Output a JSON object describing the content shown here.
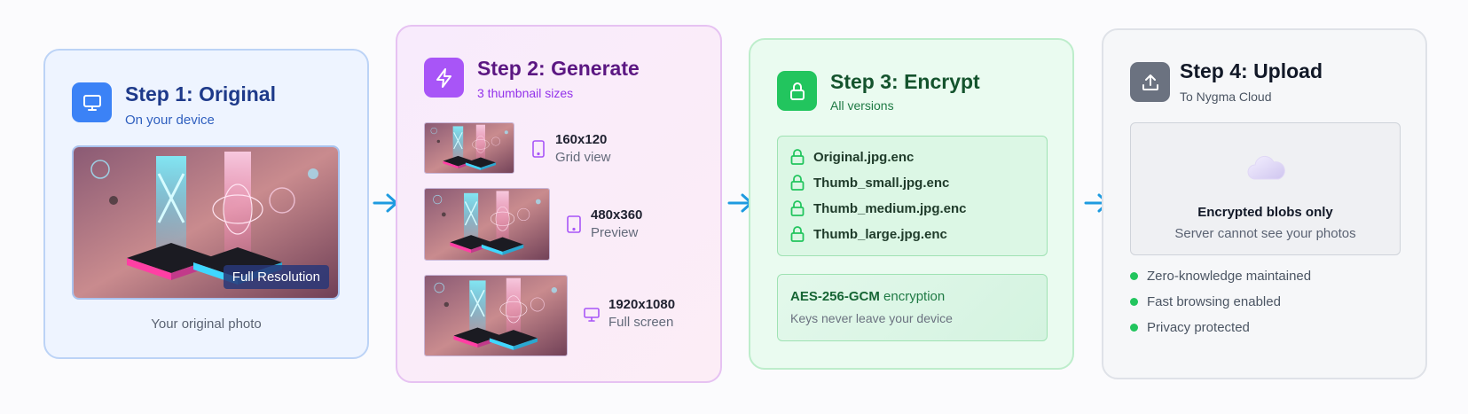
{
  "colors": {
    "step1_accent": "#3b82f6",
    "step2_accent": "#a855f7",
    "step3_accent": "#22c55e",
    "step4_accent": "#6b7280",
    "arrow": "#1e9be0"
  },
  "steps": [
    {
      "title": "Step 1: Original",
      "subtitle": "On your device",
      "icon": "monitor-icon",
      "badge": "Full Resolution",
      "caption": "Your original photo"
    },
    {
      "title": "Step 2: Generate",
      "subtitle": "3 thumbnail sizes",
      "icon": "lightning-icon",
      "thumbnails": [
        {
          "size": "160x120",
          "label": "Grid view",
          "icon": "phone-icon"
        },
        {
          "size": "480x360",
          "label": "Preview",
          "icon": "tablet-icon"
        },
        {
          "size": "1920x1080",
          "label": "Full screen",
          "icon": "monitor-icon"
        }
      ]
    },
    {
      "title": "Step 3: Encrypt",
      "subtitle": "All versions",
      "icon": "lock-icon",
      "files": [
        "Original.jpg.enc",
        "Thumb_small.jpg.enc",
        "Thumb_medium.jpg.enc",
        "Thumb_large.jpg.enc"
      ],
      "encryption_algo": "AES-256-GCM",
      "encryption_word": "encryption",
      "encryption_note": "Keys never leave your device"
    },
    {
      "title": "Step 4: Upload",
      "subtitle": "To Nygma Cloud",
      "icon": "upload-icon",
      "cloud_title": "Encrypted blobs only",
      "cloud_subtitle": "Server cannot see your photos",
      "bullets": [
        "Zero-knowledge maintained",
        "Fast browsing enabled",
        "Privacy protected"
      ]
    }
  ]
}
